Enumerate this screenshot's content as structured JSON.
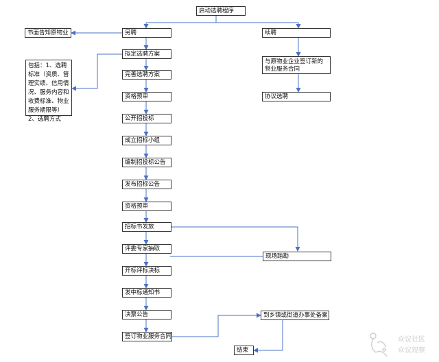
{
  "nodes": {
    "start": "启动选聘程序",
    "new_hire": "另聘",
    "renew": "续聘",
    "written_notice": "书面告知原物业",
    "draft_plan": "拟定选聘方案",
    "plan_note": "包括：1、选聘标准（资质、管理实绩、信用情况、服务内容和收费标准、物业服务期限等）2、选聘方式",
    "refine_plan": "完善选聘方案",
    "prequal_1": "资格预审",
    "public_tender": "公开招投标",
    "form_team": "成立招标小组",
    "compile_notice": "编制招投标公告",
    "publish_notice": "发布招标公告",
    "prequal_2": "资格预审",
    "issue_docs": "招标书发放",
    "select_experts": "评委专家抽取",
    "site_visit": "现场踏勘",
    "bid_opening": "开标评标决标",
    "award_notice": "发中标通知书",
    "decision_notice": "决票公告",
    "sign_contract": "签订物业服务合同",
    "file_record": "到乡镇或街道办事处备案",
    "end": "结束",
    "renew_sign": "与原物业企业签订新的物业服务合同",
    "negotiate": "协议选聘"
  },
  "watermark": {
    "line1": "众议社区",
    "line2": "众议观察"
  },
  "colors": {
    "arrow": "#4a72c4",
    "border": "#333333"
  }
}
